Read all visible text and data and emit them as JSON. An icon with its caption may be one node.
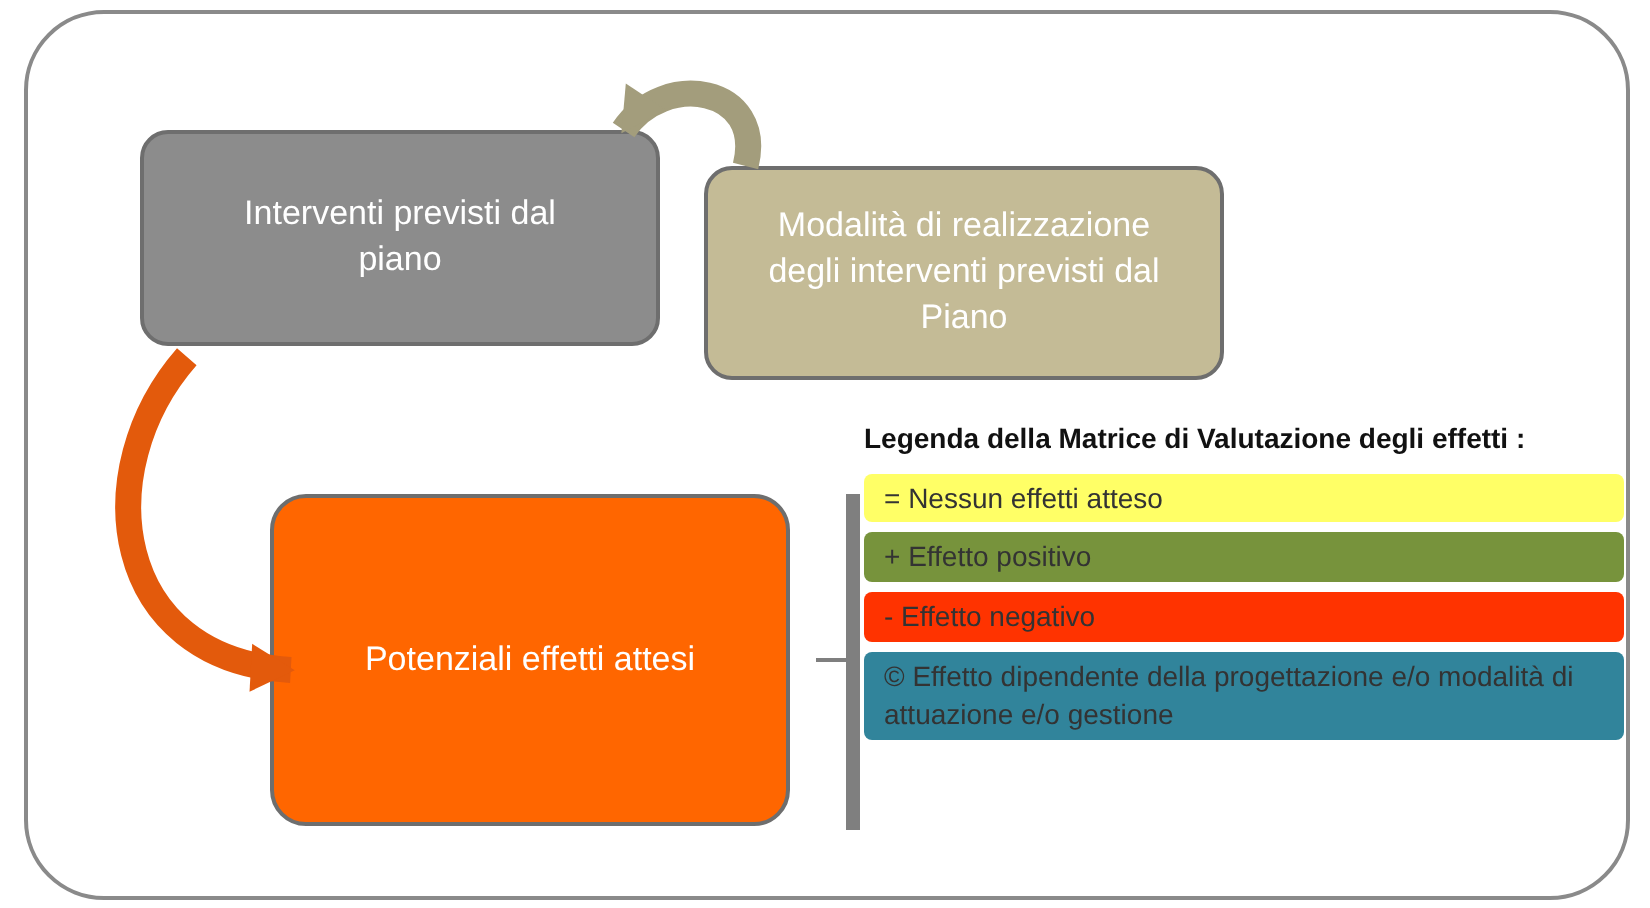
{
  "diagram": {
    "nodes": [
      {
        "text": [],
        "shape": "box"
      },
      {
        "text": [
          "Interventi previsti dal piano"
        ],
        "in": 0
      },
      {
        "text": [
          "Modalità di realizzazione degli interventi previsti dal Piano"
        ],
        "in": 0
      },
      {
        "text": [
          "Potenziali effetti attesi"
        ],
        "in": 0
      }
    ],
    "edges": [
      {
        "from": 2,
        "to": 1,
        "arrow": "to",
        "color": "#a39d7c"
      },
      {
        "from": 1,
        "to": 3,
        "arrow": "to",
        "color": "#e35a0c"
      }
    ],
    "labels": [
      "Legenda della Matrice di Valutazione degli effetti :"
    ],
    "legend": [
      {
        "text": "= Nessun effetti atteso",
        "color": "#ffff66"
      },
      {
        "text": "+ Effetto positivo",
        "color": "#77933c"
      },
      {
        "text": "- Effetto negativo",
        "color": "#ff3300"
      },
      {
        "text": "© Effetto dipendente della progettazione e/o modalità di attuazione e/o gestione",
        "color": "#31849b"
      }
    ]
  }
}
